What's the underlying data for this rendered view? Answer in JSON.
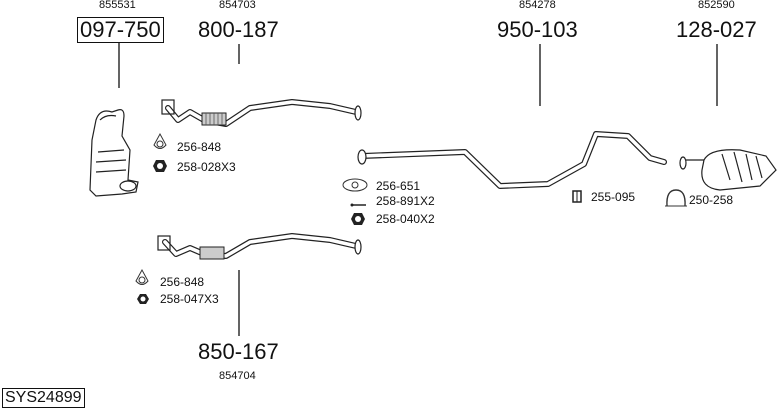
{
  "parts": [
    {
      "ref": "855531",
      "number": "097-750",
      "highlighted": true
    },
    {
      "ref": "854703",
      "number": "800-187"
    },
    {
      "ref": "854278",
      "number": "950-103"
    },
    {
      "ref": "852590",
      "number": "128-027"
    },
    {
      "ref": "854704",
      "number": "850-167"
    }
  ],
  "accessories": {
    "group1": [
      {
        "icon": "gasket-icon",
        "label": "256-848"
      },
      {
        "icon": "nut-icon",
        "label": "258-028X3"
      }
    ],
    "group2": [
      {
        "icon": "gasket-icon",
        "label": "256-651"
      },
      {
        "icon": "bolt-icon",
        "label": "258-891X2"
      },
      {
        "icon": "nut-icon",
        "label": "258-040X2"
      }
    ],
    "group3": [
      {
        "icon": "rubber-mount-icon",
        "label": "255-095"
      }
    ],
    "group4": [
      {
        "icon": "clamp-icon",
        "label": "250-258"
      }
    ],
    "group5": [
      {
        "icon": "gasket-icon",
        "label": "256-848"
      },
      {
        "icon": "nut-icon",
        "label": "258-047X3"
      }
    ]
  },
  "system_id": "SYS24899"
}
